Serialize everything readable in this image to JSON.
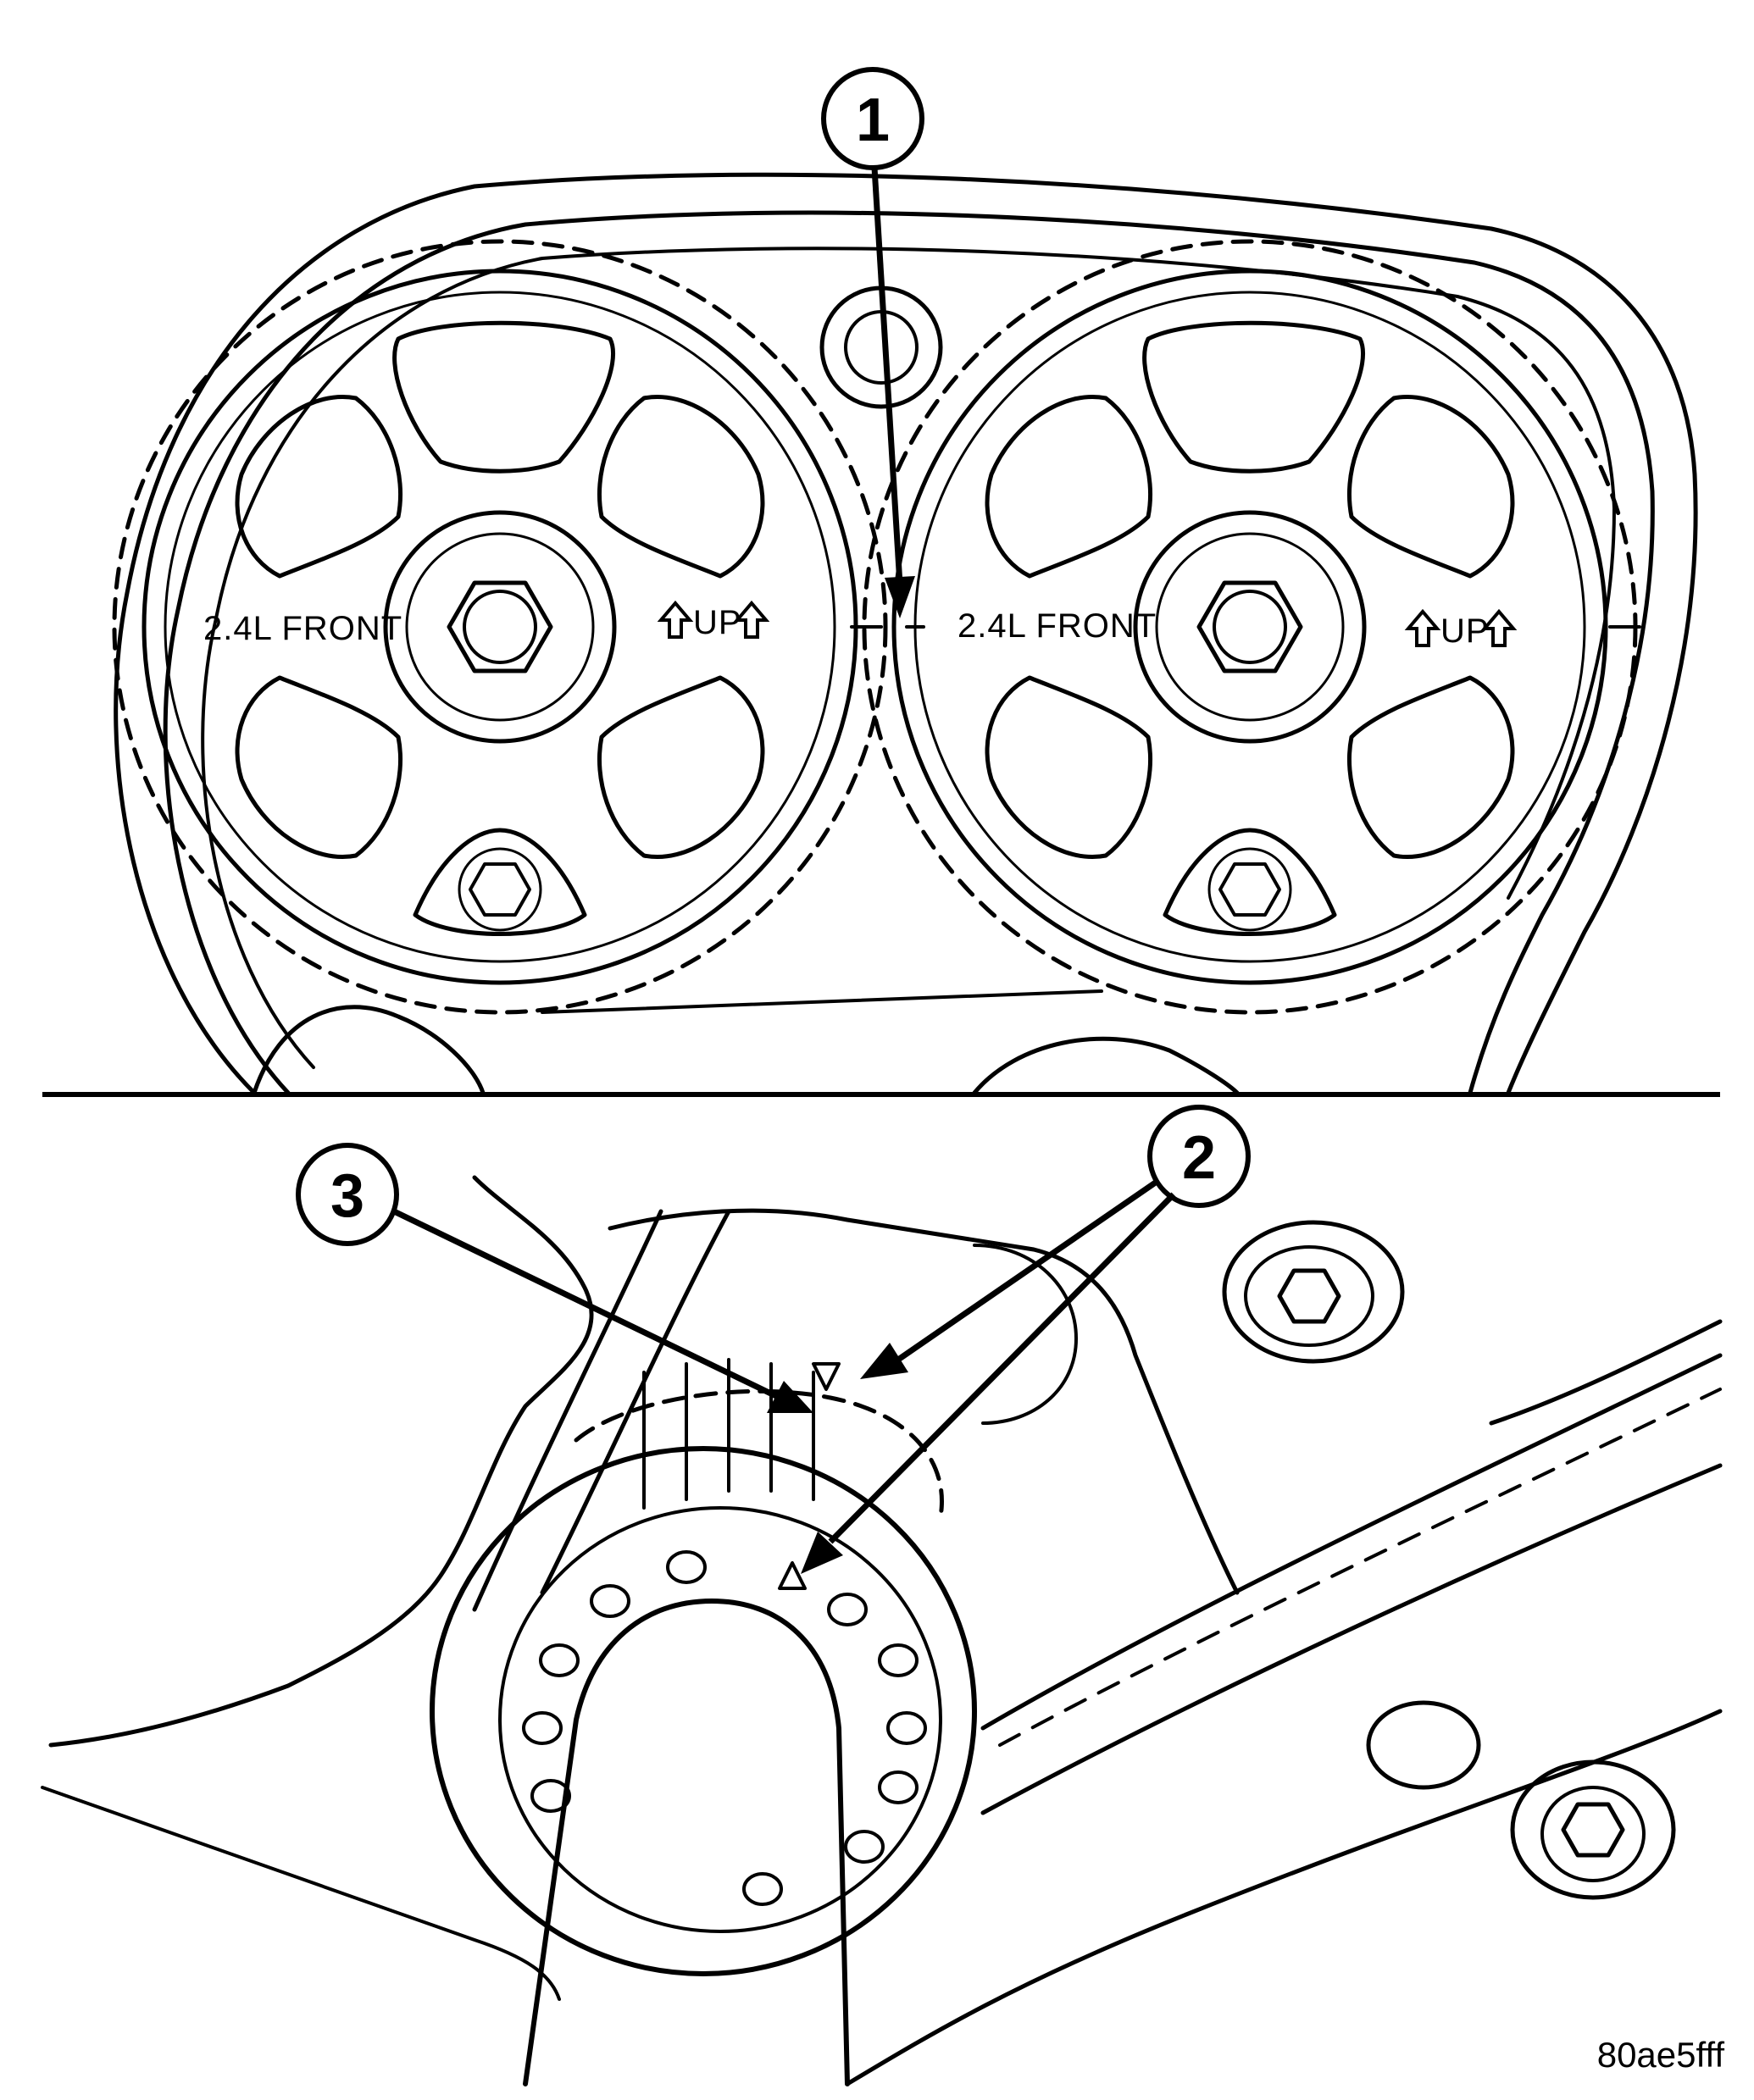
{
  "figure": {
    "figure_id": "80ae5fff",
    "colors": {
      "ink": "#000000",
      "paper": "#ffffff"
    }
  },
  "callouts": [
    {
      "id": "1",
      "label": "1"
    },
    {
      "id": "2",
      "label": "2"
    },
    {
      "id": "3",
      "label": "3"
    }
  ],
  "sprockets": [
    {
      "name": "left-cam-sprocket",
      "front_text": "2.4L FRONT",
      "up_text": "UP"
    },
    {
      "name": "right-cam-sprocket",
      "front_text": "2.4L FRONT",
      "up_text": "UP"
    }
  ],
  "icons": {
    "up_arrow": "up-arrow-icon",
    "timing_mark": "triangle-mark-icon"
  }
}
